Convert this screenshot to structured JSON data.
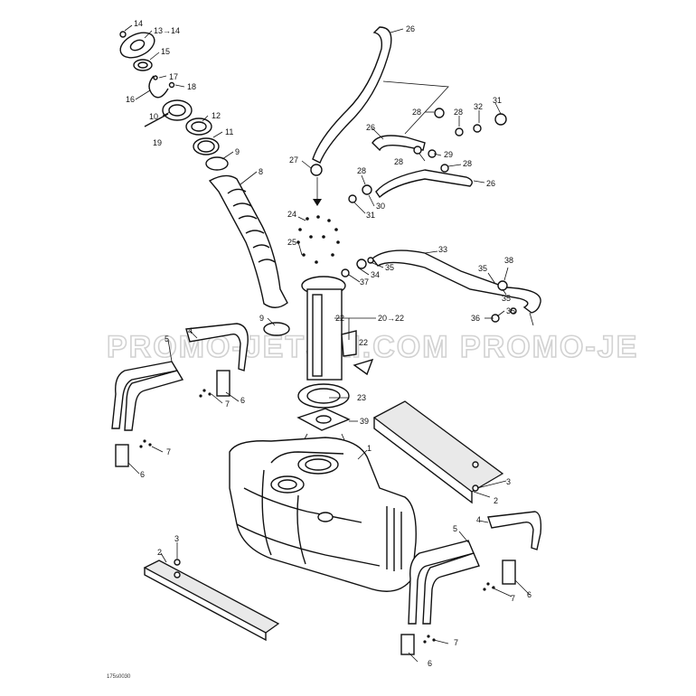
{
  "watermark": "PROMO-JETSKI.COM  PROMO-JE",
  "drawing_code": "175s0030",
  "callouts": [
    "14",
    "13→14",
    "15",
    "17",
    "18",
    "16",
    "10",
    "12",
    "11",
    "19",
    "9",
    "8",
    "26",
    "28",
    "28",
    "32",
    "31",
    "26",
    "28",
    "29",
    "28",
    "27",
    "28",
    "26",
    "30",
    "31",
    "24",
    "25",
    "33",
    "35",
    "34",
    "37",
    "38",
    "35",
    "35",
    "36",
    "35",
    "22",
    "20→22",
    "9",
    "4",
    "5",
    "22",
    "6",
    "23",
    "7",
    "39",
    "1",
    "3",
    "7",
    "6",
    "2",
    "5",
    "4",
    "2",
    "3",
    "6",
    "7",
    "7",
    "6"
  ]
}
